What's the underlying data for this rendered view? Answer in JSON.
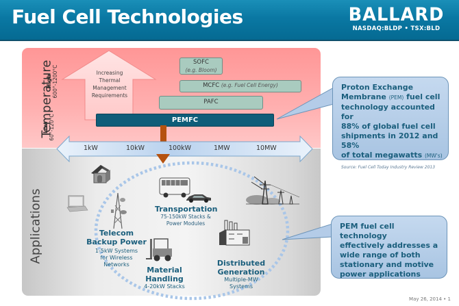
{
  "header": {
    "title": "Fuel Cell Technologies",
    "logo": "BALLARD",
    "tickers": "NASDAQ:BLDP  •  TSX:BLD"
  },
  "temperature": {
    "label": "Temperature",
    "high_label": "High",
    "high_range": "600°-1200°C",
    "low_label": "Low",
    "low_range": "60°-120°C",
    "arrow_text": [
      "Increasing",
      "Thermal",
      "Management",
      "Requirements"
    ]
  },
  "fuel_cells": {
    "sofc": {
      "name": "SOFC",
      "example": "(e.g. Bloom)"
    },
    "mcfc": {
      "name": "MCFC",
      "example": "(e.g. Fuel Cell Energy)"
    },
    "pafc": {
      "name": "PAFC"
    },
    "pemfc": {
      "name": "PEMFC"
    }
  },
  "power_scale": [
    "1kW",
    "10kW",
    "100kW",
    "1MW",
    "10MW"
  ],
  "applications": {
    "label": "Applications",
    "items": [
      {
        "title": [
          "Transportation"
        ],
        "subtitle": [
          "75-150kW Stacks &",
          "Power Modules"
        ]
      },
      {
        "title": [
          "Telecom",
          "Backup Power"
        ],
        "subtitle": [
          "1-5kW Systems",
          "for Wireless",
          "Networks"
        ]
      },
      {
        "title": [
          "Material",
          "Handling"
        ],
        "subtitle": [
          "4-20kW Stacks"
        ]
      },
      {
        "title": [
          "Distributed",
          "Generation"
        ],
        "subtitle": [
          "Multiple-MW",
          "Systems"
        ]
      }
    ],
    "icons": [
      "house-icon",
      "laptop-icon",
      "telecom-tower-icon",
      "bus-icon",
      "car-icon",
      "power-lines-icon",
      "forklift-icon",
      "factory-icon"
    ]
  },
  "callouts": {
    "pem_share": {
      "line1": "Proton Exchange",
      "line2_a": "Membrane ",
      "line2_small": "(PEM)",
      "line2_b": "  fuel cell",
      "line3": "technology accounted for",
      "line4": "88% of global fuel cell",
      "line5": "shipments in 2012 and 58%",
      "line6_a": "of total megawatts ",
      "line6_small": "(MW's)",
      "source": "Source: Fuel Cell Today Industry Review 2013"
    },
    "pem_range": {
      "lines": [
        "PEM fuel cell technology",
        "effectively addresses a",
        "wide range of both",
        "stationary and motive",
        "power applications"
      ]
    }
  },
  "footer": {
    "date": "May 26, 2014",
    "separator": "•",
    "page": "1"
  }
}
